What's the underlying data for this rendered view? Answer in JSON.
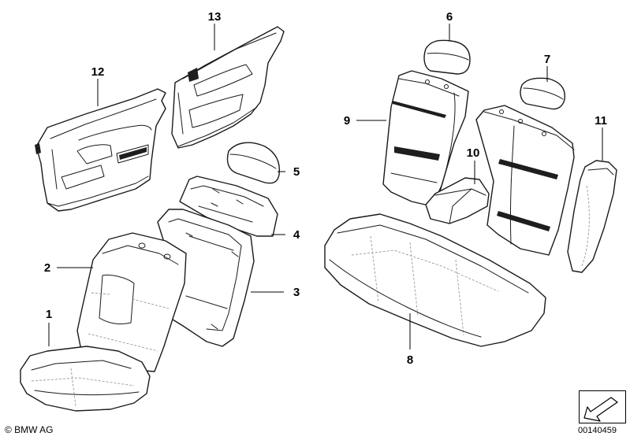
{
  "callouts": [
    {
      "id": "1",
      "label": "1"
    },
    {
      "id": "2",
      "label": "2"
    },
    {
      "id": "3",
      "label": "3"
    },
    {
      "id": "4",
      "label": "4"
    },
    {
      "id": "5",
      "label": "5"
    },
    {
      "id": "6",
      "label": "6"
    },
    {
      "id": "7",
      "label": "7"
    },
    {
      "id": "8",
      "label": "8"
    },
    {
      "id": "9",
      "label": "9"
    },
    {
      "id": "10",
      "label": "10"
    },
    {
      "id": "11",
      "label": "11"
    },
    {
      "id": "12",
      "label": "12"
    },
    {
      "id": "13",
      "label": "13"
    }
  ],
  "footer": {
    "copyright": "© BMW AG",
    "drawing_number": "00140459"
  },
  "icons": {
    "orientation": "direction-arrow-icon"
  }
}
